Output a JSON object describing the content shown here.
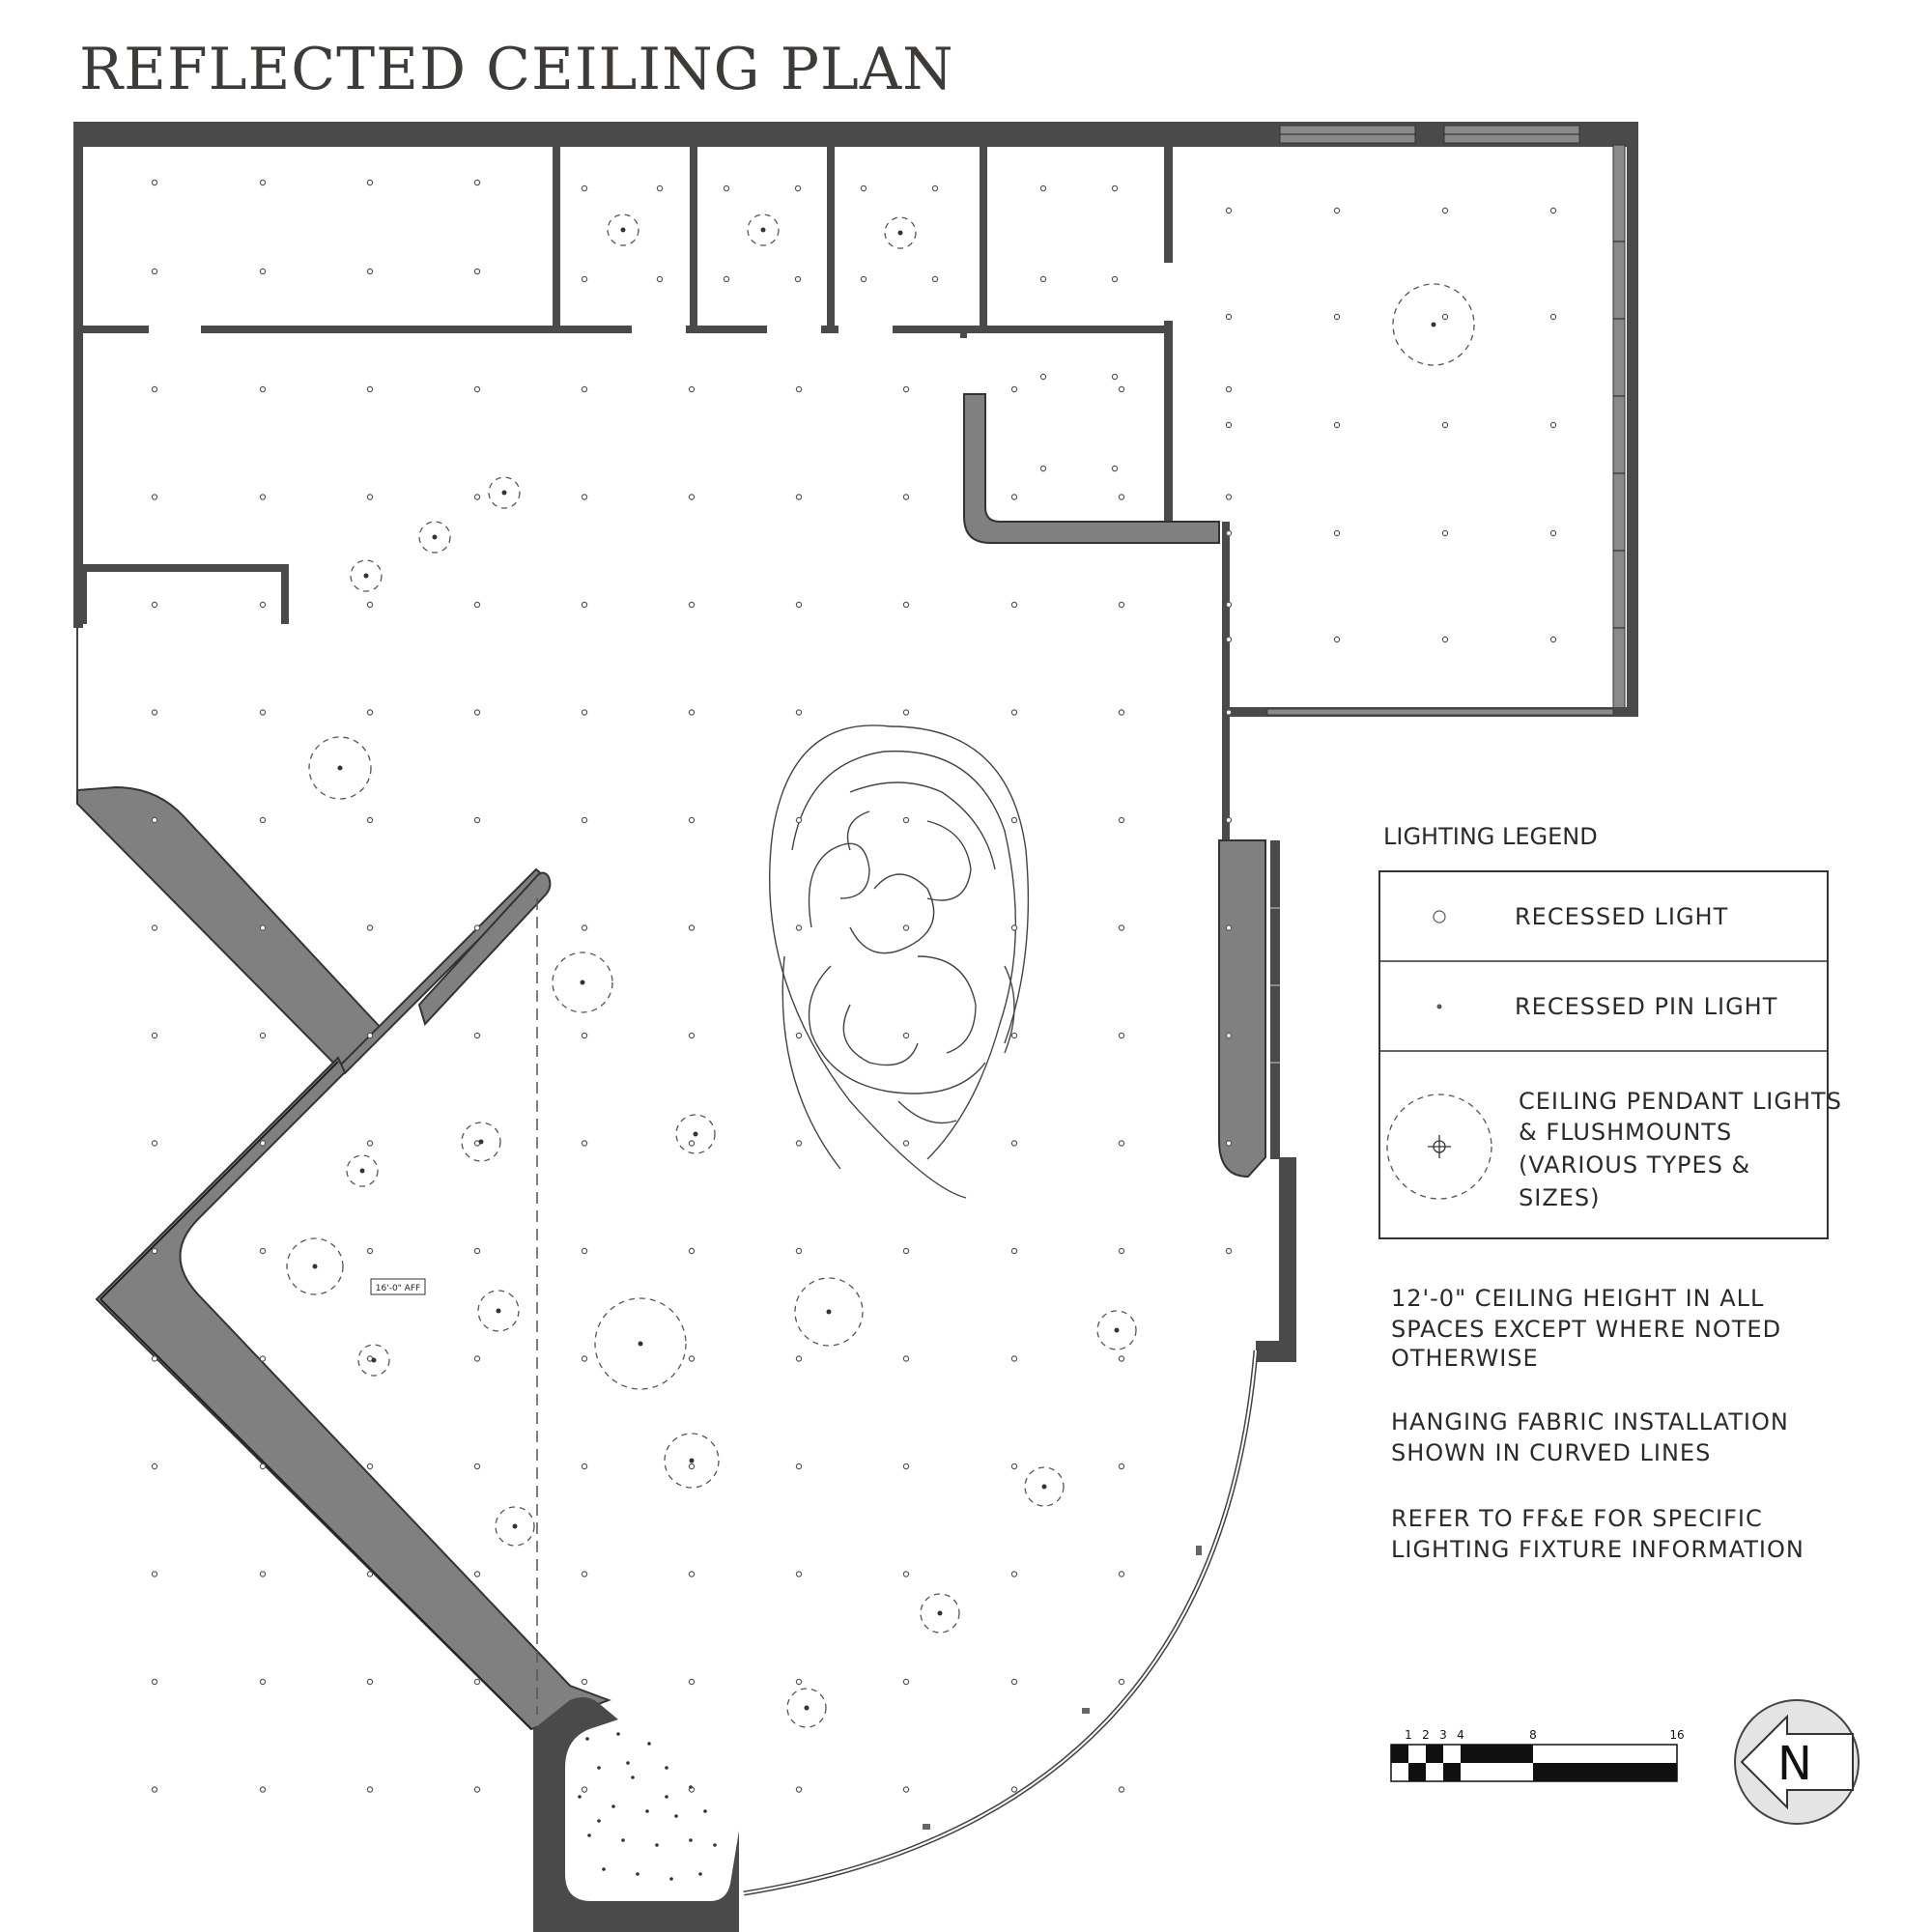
{
  "title": "REFLECTED CEILING PLAN",
  "legend": {
    "heading": "LIGHTING LEGEND",
    "items": [
      {
        "icon": "recessed-light-icon",
        "lines": [
          "RECESSED LIGHT"
        ]
      },
      {
        "icon": "recessed-pin-light-icon",
        "lines": [
          "RECESSED PIN LIGHT"
        ]
      },
      {
        "icon": "pendant-light-icon",
        "lines": [
          "CEILING PENDANT LIGHTS",
          "& FLUSHMOUNTS",
          "(VARIOUS TYPES &",
          "SIZES)"
        ]
      }
    ]
  },
  "notes": [
    [
      "12'-0\" CEILING HEIGHT IN ALL",
      "SPACES EXCEPT WHERE NOTED",
      "OTHERWISE"
    ],
    [
      "HANGING FABRIC INSTALLATION",
      "SHOWN IN CURVED LINES"
    ],
    [
      "REFER TO FF&E FOR SPECIFIC",
      "LIGHTING FIXTURE INFORMATION"
    ]
  ],
  "ceiling_height_tag": "16'-0\" AFF",
  "scale_bar": {
    "labels": [
      "1",
      "2",
      "3",
      "4",
      "8",
      "16"
    ]
  },
  "north_arrow": "N",
  "colors": {
    "wall": "#4a4a4a",
    "wall_shaded": "#808080",
    "line": "#444444",
    "title": "#3e3a38"
  }
}
